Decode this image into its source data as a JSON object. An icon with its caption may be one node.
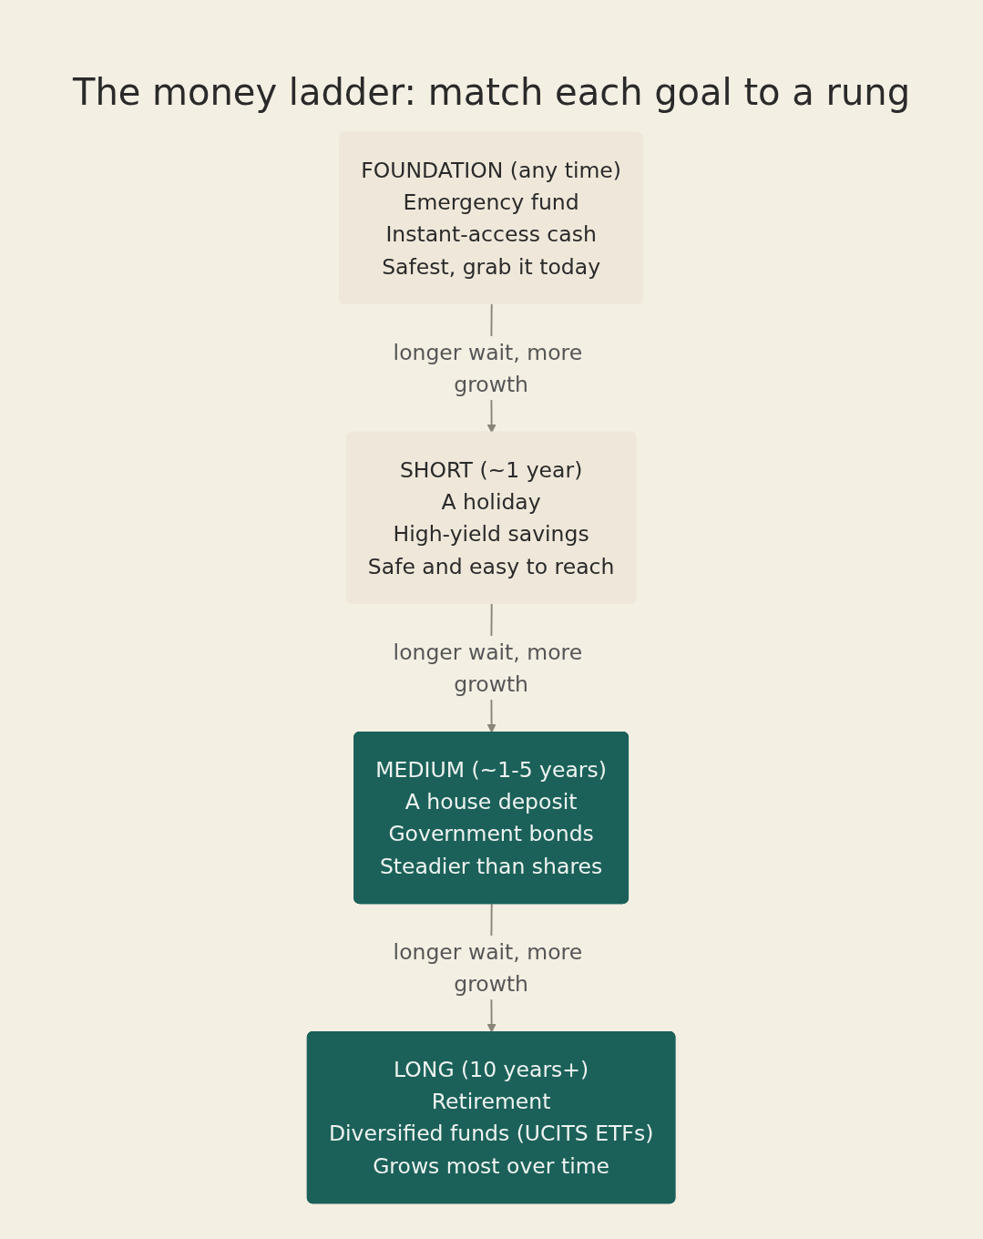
{
  "diagram": {
    "title": "The money ladder: match each goal to a rung",
    "nodes": [
      {
        "text": [
          "FOUNDATION (any time)",
          "Emergency fund",
          "Instant-access cash",
          "Safest, grab it today"
        ]
      },
      {
        "text": [
          "SHORT (~1 year)",
          "A holiday",
          "High-yield savings",
          "Safe and easy to reach"
        ]
      },
      {
        "text": [
          "MEDIUM (~1-5 years)",
          "A house deposit",
          "Government bonds",
          "Steadier than shares"
        ]
      },
      {
        "text": [
          "LONG (10 years+)",
          "Retirement",
          "Diversified funds (UCITS ETFs)",
          "Grows most over time"
        ]
      }
    ],
    "edges": [
      {
        "from": 0,
        "to": 1,
        "arrow": "to",
        "label": "longer wait, more growth"
      },
      {
        "from": 1,
        "to": 2,
        "arrow": "to",
        "label": "longer wait, more growth"
      },
      {
        "from": 2,
        "to": 3,
        "arrow": "to",
        "label": "longer wait, more growth"
      }
    ]
  }
}
